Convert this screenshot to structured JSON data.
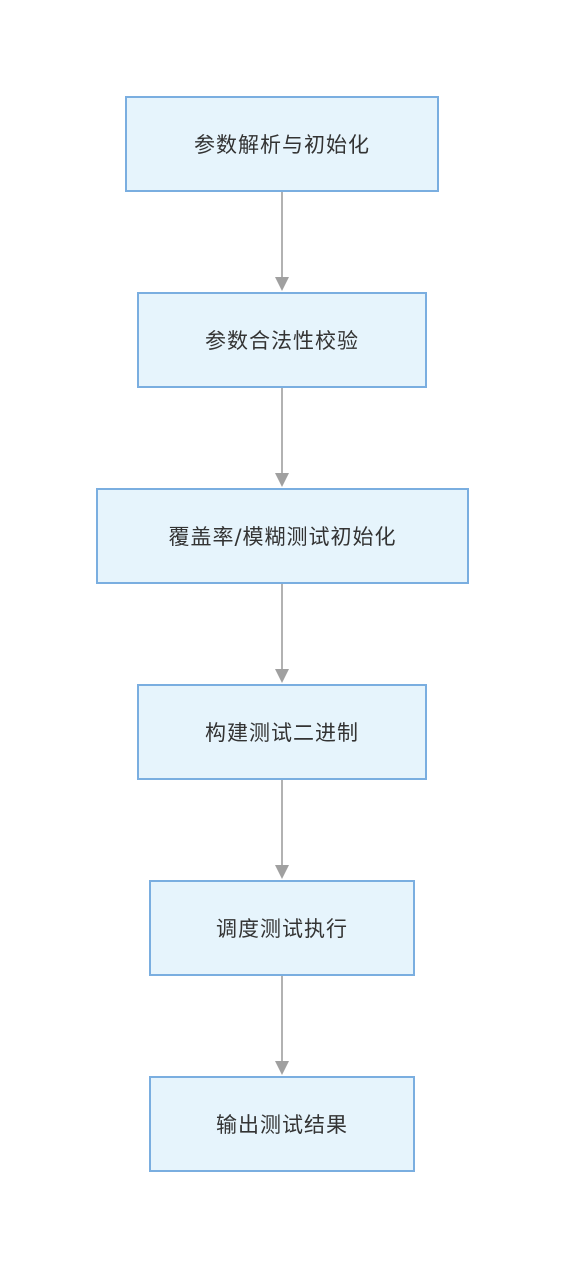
{
  "flowchart": {
    "steps": [
      {
        "label": "参数解析与初始化"
      },
      {
        "label": "参数合法性校验"
      },
      {
        "label": "覆盖率/模糊测试初始化"
      },
      {
        "label": "构建测试二进制"
      },
      {
        "label": "调度测试执行"
      },
      {
        "label": "输出测试结果"
      }
    ]
  },
  "colors": {
    "node_fill": "#e6f4fc",
    "node_border": "#7aaee0",
    "connector": "#999999",
    "text": "#333333"
  }
}
